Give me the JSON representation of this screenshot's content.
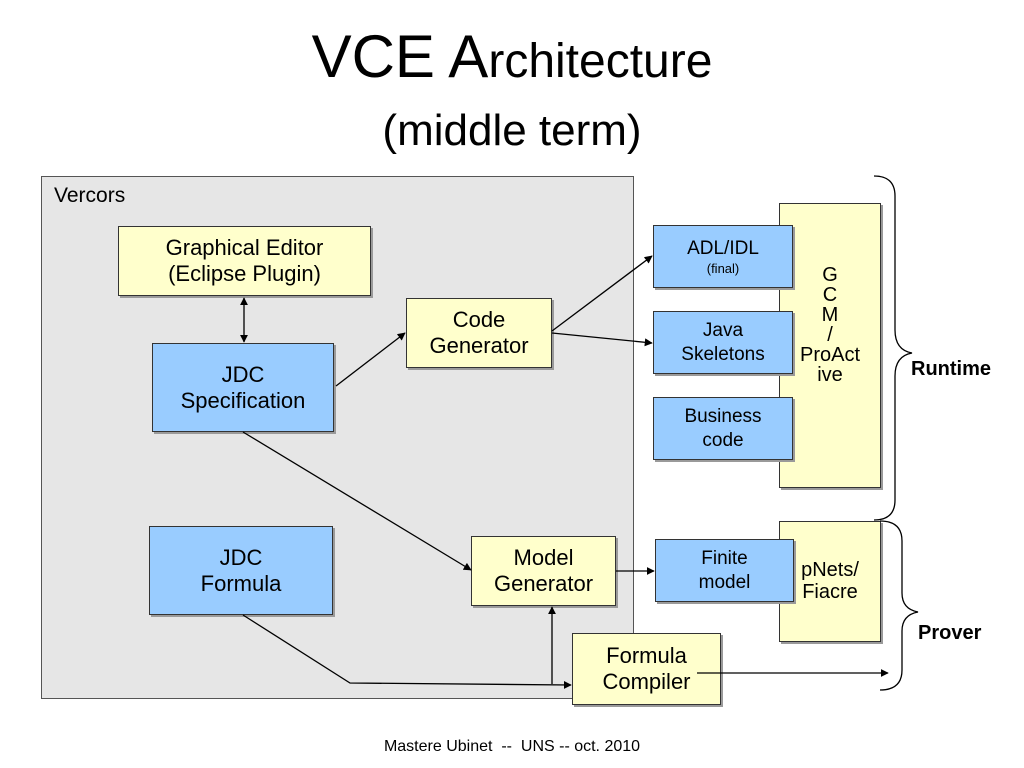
{
  "title": {
    "prefix": "VCE A",
    "rest": "rchitecture",
    "subtitle": "(middle term)"
  },
  "vercors": {
    "label": "Vercors"
  },
  "boxes": {
    "graphical_editor": [
      "Graphical Editor",
      "(Eclipse Plugin)"
    ],
    "jdc_specification": [
      "JDC",
      "Specification"
    ],
    "code_generator": [
      "Code",
      "Generator"
    ],
    "jdc_formula": [
      "JDC",
      "Formula"
    ],
    "model_generator": [
      "Model",
      "Generator"
    ],
    "formula_compiler": [
      "Formula",
      "Compiler"
    ],
    "adl_idl": [
      "ADL/IDL",
      "(final)"
    ],
    "java_skeletons": [
      "Java",
      "Skeletons"
    ],
    "business_code": [
      "Business",
      "code"
    ],
    "finite_model": [
      "Finite",
      "model"
    ]
  },
  "gcm": {
    "lines": [
      "G",
      "C",
      "M",
      "/",
      "ProAct",
      "ive"
    ]
  },
  "pnets": {
    "lines": [
      "pNets/",
      "Fiacre"
    ]
  },
  "braces": {
    "runtime": "Runtime",
    "prover": "Prover"
  },
  "footer": "Mastere Ubinet  --  UNS -- oct. 2010",
  "colors": {
    "yellow_box": "#ffffcc",
    "blue_box": "#99ccff",
    "frame_fill": "#e6e6e6"
  }
}
